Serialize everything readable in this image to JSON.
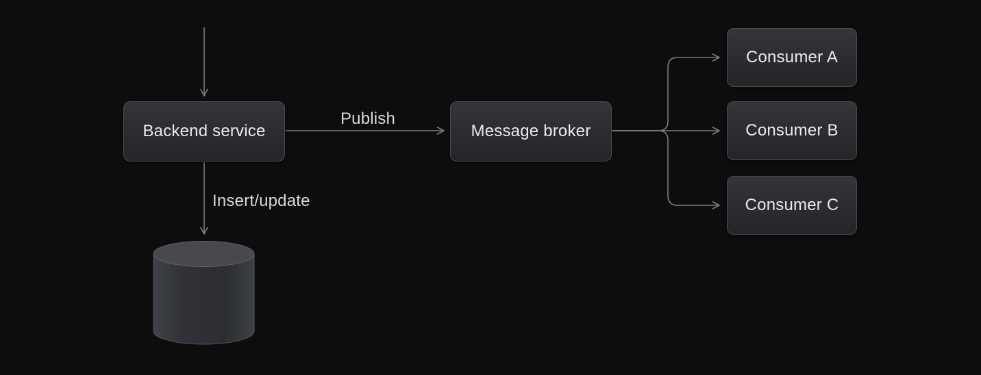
{
  "diagram": {
    "nodes": {
      "backend": {
        "label": "Backend service"
      },
      "broker": {
        "label": "Message broker"
      },
      "consumer_a": {
        "label": "Consumer A"
      },
      "consumer_b": {
        "label": "Consumer B"
      },
      "consumer_c": {
        "label": "Consumer C"
      },
      "database": {
        "shape": "cylinder",
        "label": ""
      }
    },
    "edge_labels": {
      "publish": "Publish",
      "insert_update": "Insert/update"
    },
    "colors": {
      "background": "#0d0d0e",
      "node_fill_top": "#33353a",
      "node_fill_bottom": "#242528",
      "node_border": "#494b52",
      "node_text": "#ebebed",
      "arrow": "#7b7d81",
      "edge_label_text": "#d9dadc",
      "cylinder_top": "#47494f",
      "cylinder_body": "#2f3136"
    }
  }
}
